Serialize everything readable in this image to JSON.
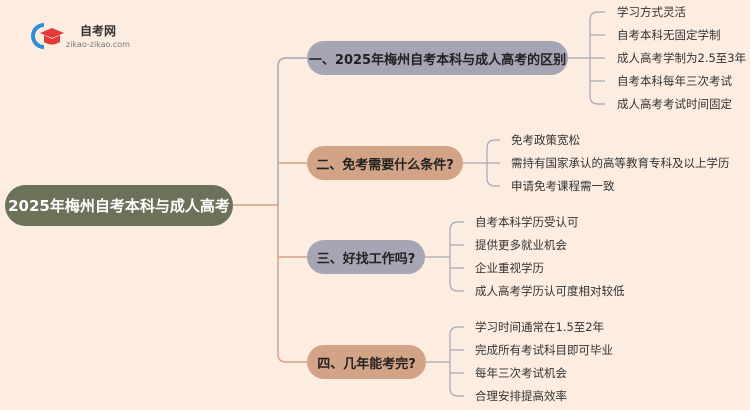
{
  "logo": {
    "title": "自考网",
    "url": "zikao-zikao.com"
  },
  "root": "2025年梅州自考本科与成人高考",
  "branches": [
    {
      "label": "一、2025年梅州自考本科与成人高考的区别",
      "leaves": [
        "学习方式灵活",
        "自考本科无固定学制",
        "成人高考学制为2.5至3年",
        "自考本科每年三次考试",
        "成人高考考试时间固定"
      ]
    },
    {
      "label": "二、免考需要什么条件?",
      "leaves": [
        "免考政策宽松",
        "需持有国家承认的高等教育专科及以上学历",
        "申请免考课程需一致"
      ]
    },
    {
      "label": "三、好找工作吗?",
      "leaves": [
        "自考本科学历受认可",
        "提供更多就业机会",
        "企业重视学历",
        "成人高考学历认可度相对较低"
      ]
    },
    {
      "label": "四、几年能考完?",
      "leaves": [
        "学习时间通常在1.5至2年",
        "完成所有考试科目即可毕业",
        "每年三次考试机会",
        "合理安排提高效率"
      ]
    }
  ],
  "colors": {
    "background": "#fdede1",
    "root": "#6b7259",
    "lavender": "#a6a5b5",
    "tan": "#d3a387"
  }
}
